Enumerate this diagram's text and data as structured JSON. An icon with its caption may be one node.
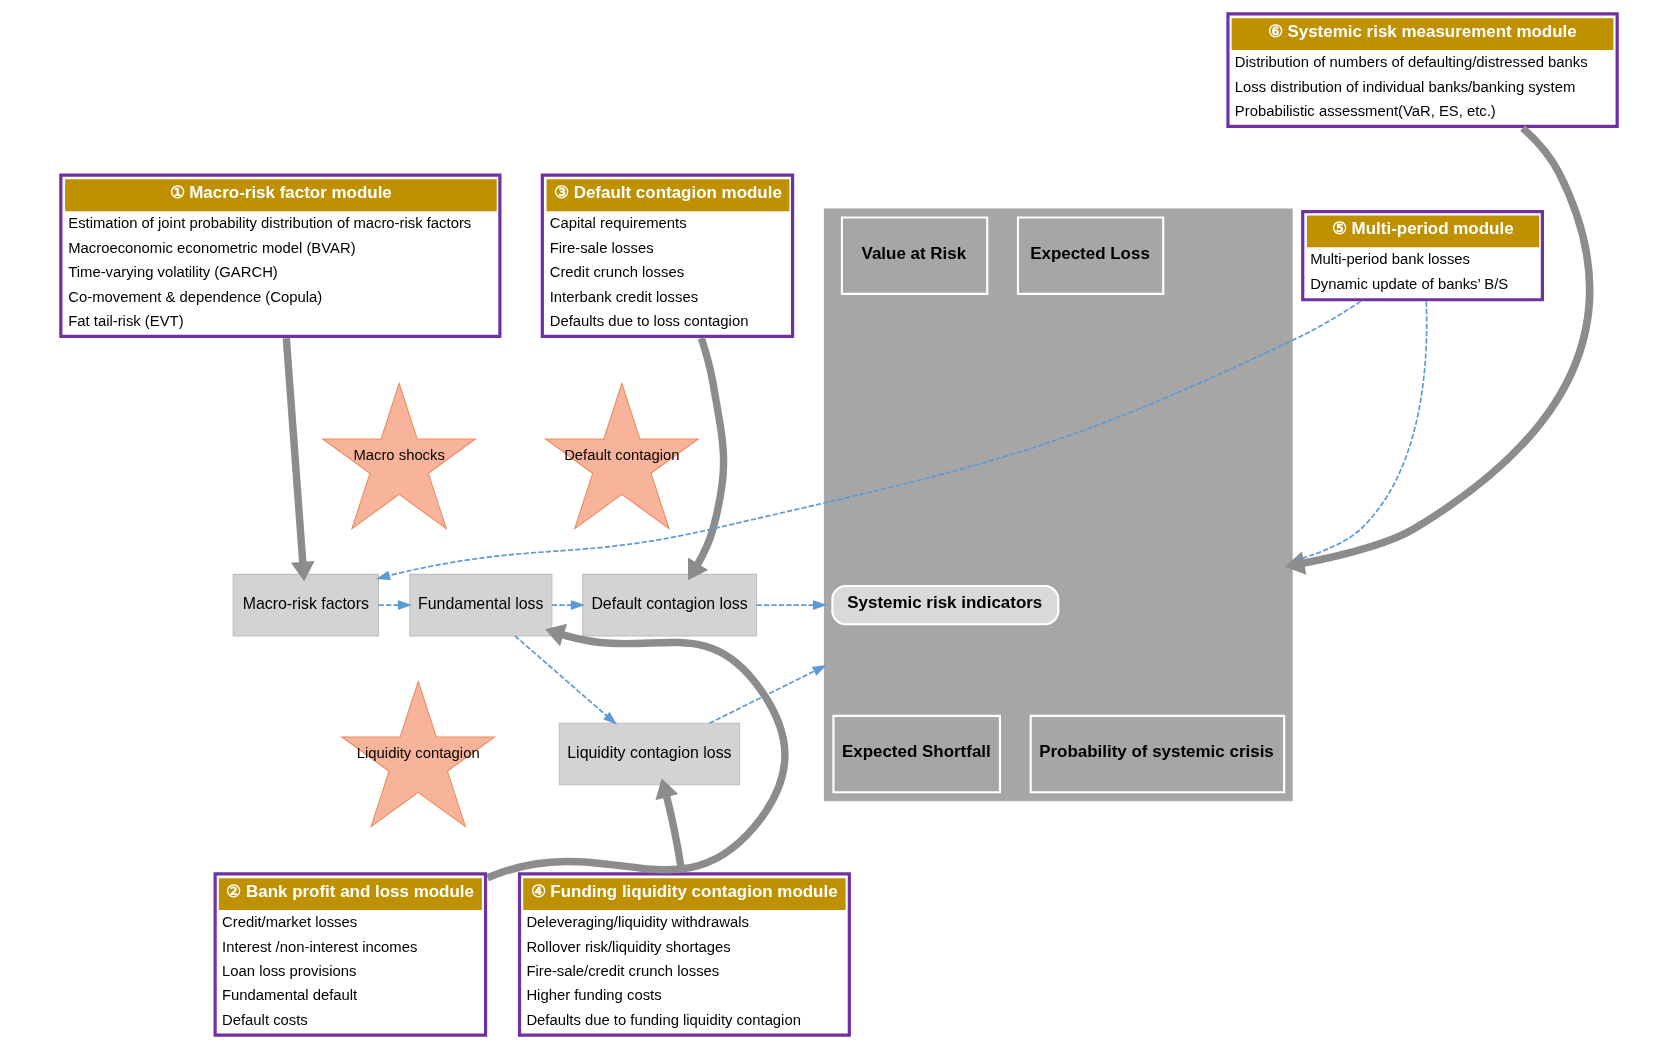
{
  "diagram": {
    "nodes": [
      {
        "text": [
          "① Macro-risk factor module",
          "Estimation of joint probability distribution of macro-risk factors",
          "Macroeconomic econometric model (BVAR)",
          "Time-varying volatility (GARCH)",
          "Co-movement & dependence (Copula)",
          "Fat tail-risk (EVT)"
        ]
      },
      {
        "text": [
          "③ Default contagion module",
          "Capital requirements",
          "Fire-sale losses",
          "Credit crunch losses",
          "Interbank credit losses",
          "Defaults due to loss contagion"
        ]
      },
      {
        "text": [
          "⑥ Systemic risk measurement module",
          "Distribution of numbers of defaulting/distressed banks",
          "Loss distribution of individual banks/banking system",
          "Probabilistic assessment(VaR, ES, etc.)"
        ]
      },
      {
        "text": [
          "⑤ Multi-period module",
          "Multi-period bank losses",
          "Dynamic update of banks’ B/S"
        ]
      },
      {
        "text": [
          "Macro-risk factors"
        ]
      },
      {
        "text": [
          "Fundamental loss"
        ]
      },
      {
        "text": [
          "Default contagion"
        ]
      },
      {
        "text": [
          "Default contagion loss"
        ]
      },
      {
        "text": [
          "Liquidity contagion loss"
        ]
      },
      {
        "text": [
          "Macro shocks"
        ]
      },
      {
        "text": [
          "Liquidity contagion"
        ]
      },
      {
        "text": [
          "② Bank profit and loss module",
          "Credit/market losses",
          "Interest /non-interest incomes",
          "Loan loss provisions",
          "Fundamental default",
          "Default costs"
        ]
      },
      {
        "text": [
          "④ Funding liquidity contagion module",
          "Deleveraging/liquidity withdrawals",
          "Rollover risk/liquidity shortages",
          "Fire-sale/credit crunch losses",
          "Higher funding costs",
          "Defaults due to funding liquidity contagion"
        ]
      },
      {
        "text": [],
        "shape": "box"
      },
      {
        "text": [
          "Expected Loss"
        ],
        "in": 13
      },
      {
        "text": [
          "Value at Risk"
        ],
        "in": 13
      },
      {
        "text": [
          "Systemic risk indicators"
        ],
        "in": 13
      },
      {
        "text": [
          "Expected Shortfall"
        ],
        "in": 13
      },
      {
        "text": [
          "Probability of systemic crisis"
        ],
        "in": 13
      }
    ],
    "edges": [
      {
        "from": 0,
        "to": 4,
        "arrow": "to",
        "style": "thick",
        "color": "#8c8c8c"
      },
      {
        "from": 3,
        "to": 4,
        "arrow": "to",
        "style": "dashed"
      },
      {
        "from": 4,
        "to": 5,
        "arrow": "to",
        "style": "dashed"
      },
      {
        "from": 11,
        "to": 5,
        "arrow": "to",
        "style": "thick",
        "color": "#8c8c8c"
      },
      {
        "from": 1,
        "to": 7,
        "arrow": "to",
        "style": "thick",
        "color": "#8c8c8c"
      },
      {
        "from": 5,
        "to": 7,
        "arrow": "to",
        "style": "dashed"
      },
      {
        "from": 5,
        "to": 8,
        "arrow": "to",
        "style": "dashed"
      },
      {
        "from": 12,
        "to": 8,
        "arrow": "to",
        "style": "thick",
        "color": "#8c8c8c"
      },
      {
        "from": 7,
        "to": 13,
        "arrow": "to",
        "style": "dashed"
      },
      {
        "from": 8,
        "to": 13,
        "arrow": "to",
        "style": "dashed"
      },
      {
        "from": 3,
        "to": 13,
        "arrow": "none",
        "style": "dashed"
      },
      {
        "from": 2,
        "to": 13,
        "arrow": "to",
        "style": "thick",
        "color": "#8c8c8c"
      }
    ]
  }
}
